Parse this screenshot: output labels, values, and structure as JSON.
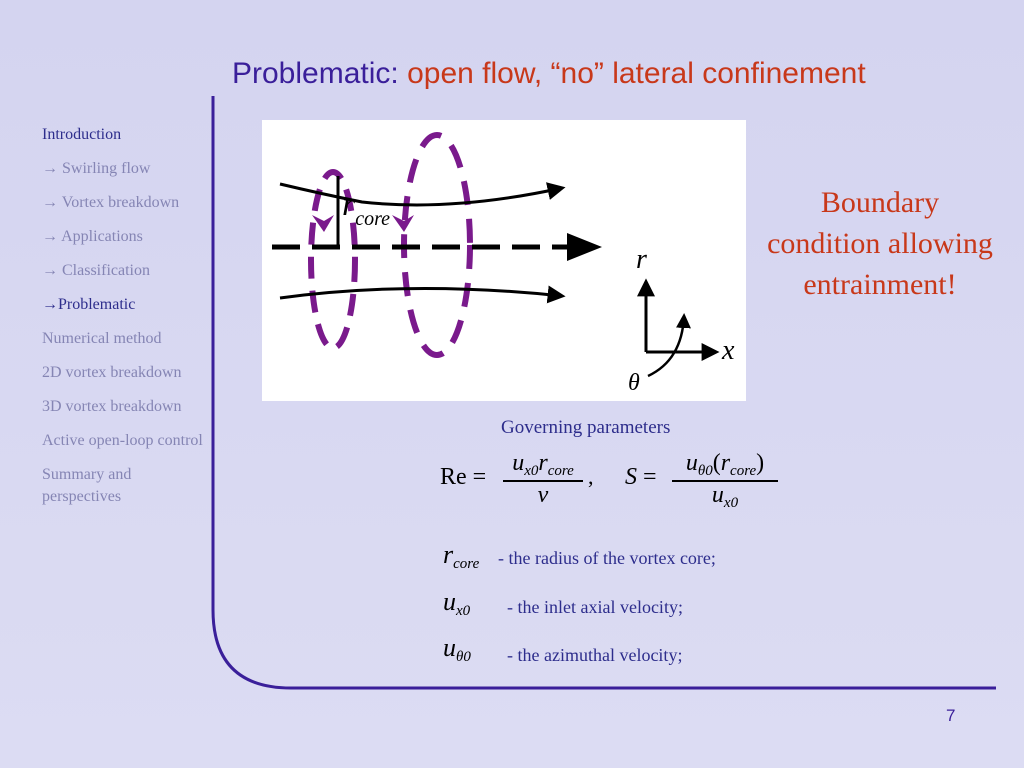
{
  "slide": {
    "title_prefix": "Problematic:",
    "title_rest": "open flow, “no” lateral confinement",
    "page_number": "7"
  },
  "nav": {
    "items": [
      {
        "label": "Introduction",
        "active": true
      },
      {
        "label": "→ Swirling flow",
        "active": false
      },
      {
        "label": "→ Vortex breakdown",
        "active": false
      },
      {
        "label": "→ Applications",
        "active": false
      },
      {
        "label": "→ Classification",
        "active": false
      },
      {
        "label": "→Problematic",
        "active": true
      },
      {
        "label": "Numerical method",
        "active": false
      },
      {
        "label": "2D vortex breakdown",
        "active": false
      },
      {
        "label": "3D vortex breakdown",
        "active": false
      },
      {
        "label": "Active open-loop control",
        "active": false
      },
      {
        "label": "Summary and perspectives",
        "active": false
      }
    ]
  },
  "figure": {
    "r_label": "r",
    "core_label": "core",
    "axis_r": "r",
    "axis_x": "x",
    "axis_theta": "θ"
  },
  "boundary_text": {
    "line1": "Boundary",
    "line2": "condition allowing",
    "line3": "entrainment!"
  },
  "governing": {
    "title": "Governing parameters",
    "re_lhs": "Re",
    "s_lhs": "S",
    "equals": "=",
    "comma": ",",
    "u": "u",
    "r": "r",
    "nu": "ν",
    "sub_x0": "x0",
    "sub_theta0": "θ0",
    "sub_core": "core",
    "paren_open": "(",
    "paren_close": ")"
  },
  "definitions": [
    {
      "symbol": "r",
      "sub": "core",
      "text": "- the radius of the vortex core;"
    },
    {
      "symbol": "u",
      "sub": "x0",
      "text": "- the inlet axial velocity;"
    },
    {
      "symbol": "u",
      "sub": "θ0",
      "text": "- the azimuthal velocity;"
    }
  ],
  "colors": {
    "title_blue": "#3a1f9a",
    "accent_red": "#c8381a",
    "nav_active": "#2d2d8c",
    "nav_inactive": "#8585b4",
    "frame_line": "#3a1f9a",
    "vortex_purple": "#7a1a8c"
  }
}
